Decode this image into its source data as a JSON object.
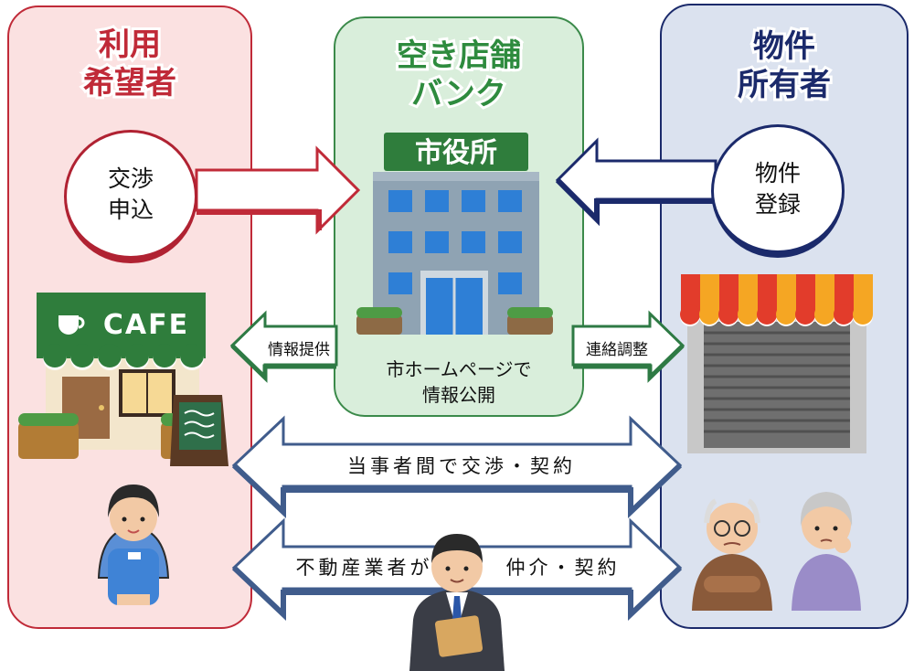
{
  "left_panel": {
    "title_lines": [
      "利用",
      "希望者"
    ],
    "circle_lines": [
      "交渉",
      "申込"
    ]
  },
  "middle_panel": {
    "title_lines": [
      "空き店舗",
      "バンク"
    ],
    "building_sign": "市役所",
    "caption_lines": [
      "市ホームページで",
      "情報公開"
    ]
  },
  "right_panel": {
    "title_lines": [
      "物件",
      "所有者"
    ],
    "circle_lines": [
      "物件",
      "登録"
    ]
  },
  "arrows": {
    "info_provision": "情報提供",
    "contact_coordination": "連絡調整",
    "negotiate_direct": "当事者間で交渉・契約",
    "broker_prefix": "不動産業者が",
    "broker_suffix": "仲介・契約"
  },
  "cafe_sign": "CAFE",
  "colors": {
    "user_red": "#c02a38",
    "bank_green": "#2e8b3e",
    "owner_navy": "#1b2a6b",
    "band_blue": "#405c8c"
  },
  "icons": [
    "cafe-shop",
    "city-hall-building",
    "shuttered-shop",
    "woman-staff",
    "businessman",
    "elderly-couple"
  ]
}
